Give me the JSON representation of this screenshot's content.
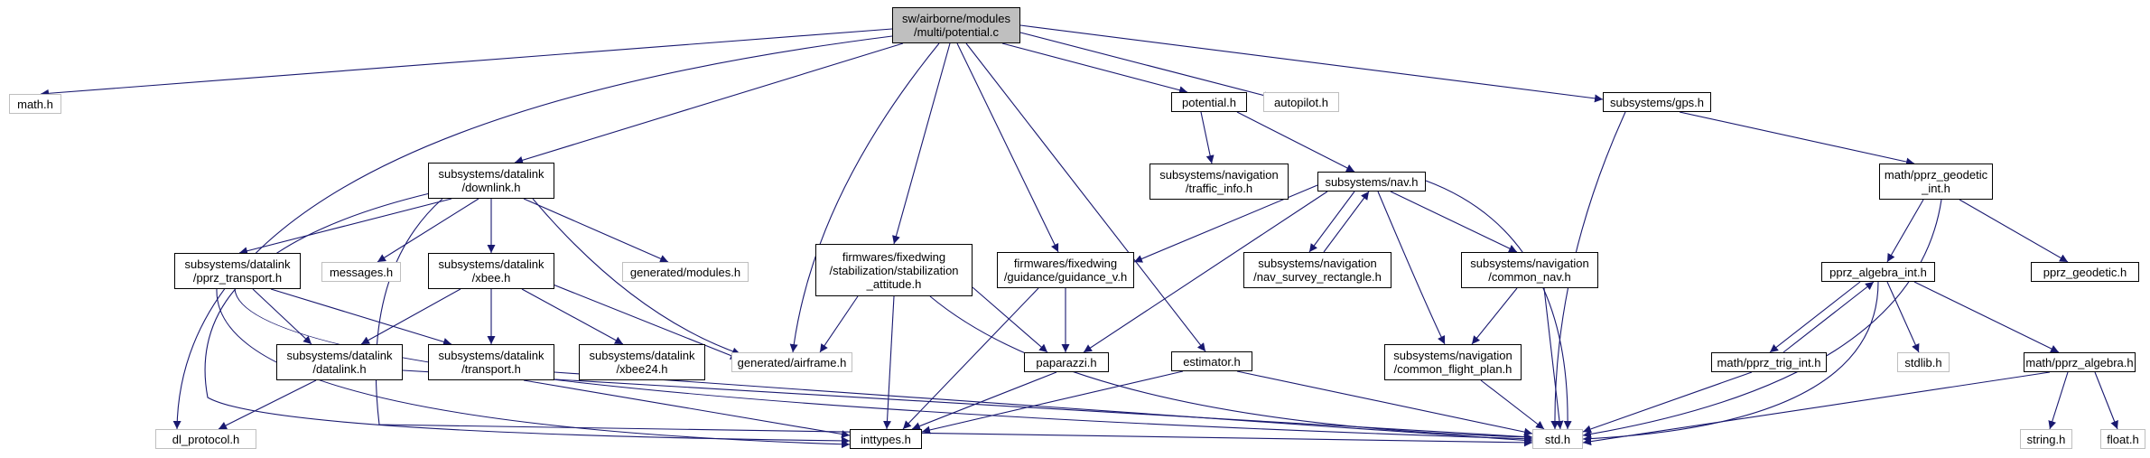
{
  "graph": {
    "edge_color": "#191970",
    "node_border": "#000000",
    "external_border": "#bfbfbf",
    "root_fill": "#bfbfbf",
    "nodes": {
      "root": [
        "sw/airborne/modules",
        "/multi/potential.c"
      ],
      "math_h": [
        "math.h"
      ],
      "downlink_h": [
        "subsystems/datalink",
        "/downlink.h"
      ],
      "dl_protocol_h": [
        "dl_protocol.h"
      ],
      "airframe_h": [
        "generated/airframe.h"
      ],
      "stab_attitude_h": [
        "firmwares/fixedwing",
        "/stabilization/stabilization",
        "_attitude.h"
      ],
      "guidance_v_h": [
        "firmwares/fixedwing",
        "/guidance/guidance_v.h"
      ],
      "estimator_h": [
        "estimator.h"
      ],
      "potential_h": [
        "potential.h"
      ],
      "autopilot_h": [
        "autopilot.h"
      ],
      "gps_h": [
        "subsystems/gps.h"
      ],
      "traffic_info_h": [
        "subsystems/navigation",
        "/traffic_info.h"
      ],
      "nav_h": [
        "subsystems/nav.h"
      ],
      "pprz_geodetic_int_h": [
        "math/pprz_geodetic",
        "_int.h"
      ],
      "pprz_transport_h": [
        "subsystems/datalink",
        "/pprz_transport.h"
      ],
      "messages_h": [
        "messages.h"
      ],
      "xbee_h": [
        "subsystems/datalink",
        "/xbee.h"
      ],
      "modules_h": [
        "generated/modules.h"
      ],
      "nav_survey_rect_h": [
        "subsystems/navigation",
        "/nav_survey_rectangle.h"
      ],
      "common_nav_h": [
        "subsystems/navigation",
        "/common_nav.h"
      ],
      "pprz_algebra_int_h": [
        "pprz_algebra_int.h"
      ],
      "pprz_geodetic_h": [
        "pprz_geodetic.h"
      ],
      "datalink_h": [
        "subsystems/datalink",
        "/datalink.h"
      ],
      "transport_h": [
        "subsystems/datalink",
        "/transport.h"
      ],
      "xbee24_h": [
        "subsystems/datalink",
        "/xbee24.h"
      ],
      "paparazzi_h": [
        "paparazzi.h"
      ],
      "common_flight_plan_h": [
        "subsystems/navigation",
        "/common_flight_plan.h"
      ],
      "pprz_trig_int_h": [
        "math/pprz_trig_int.h"
      ],
      "stdlib_h": [
        "stdlib.h"
      ],
      "pprz_algebra_h": [
        "math/pprz_algebra.h"
      ],
      "inttypes_h": [
        "inttypes.h"
      ],
      "std_h": [
        "std.h"
      ],
      "string_h": [
        "string.h"
      ],
      "float_h": [
        "float.h"
      ]
    }
  }
}
